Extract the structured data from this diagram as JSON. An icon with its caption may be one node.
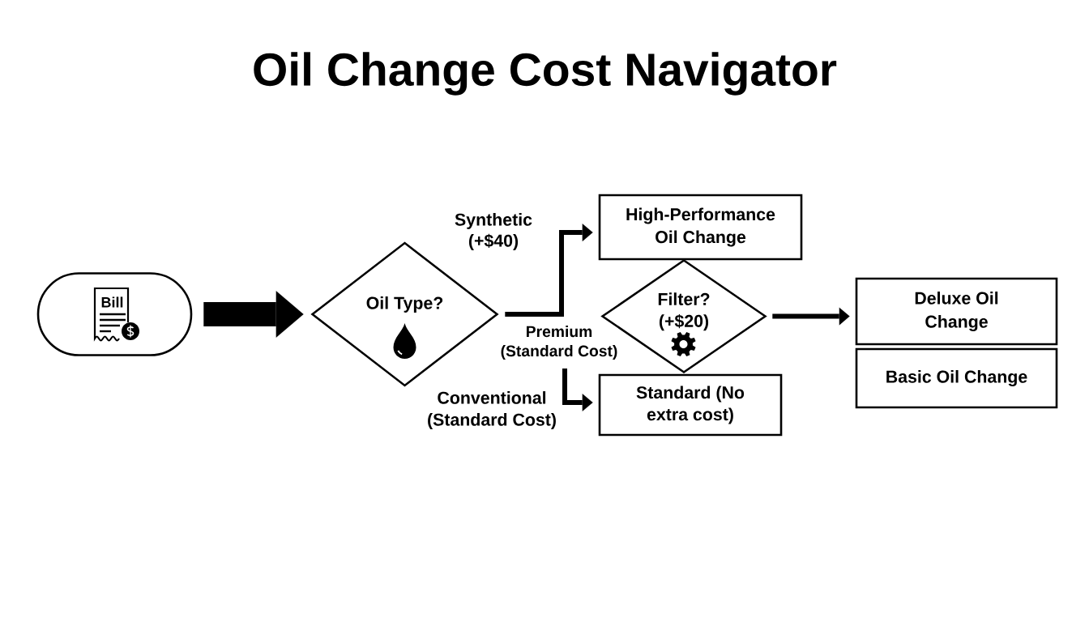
{
  "diagram": {
    "title": "Oil Change Cost Navigator",
    "nodes": [
      {
        "text": [
          "Bill"
        ]
      },
      {
        "text": [
          "Oil Type?"
        ]
      },
      {
        "text": [
          "High-Performance Oil Change"
        ]
      },
      {
        "text": [
          "Filter? (+$20)"
        ]
      },
      {
        "text": [
          "Standard (No extra cost)"
        ]
      },
      {
        "text": [
          "Deluxe Oil Change"
        ]
      },
      {
        "text": [
          "Basic Oil Change"
        ]
      }
    ],
    "edges": [
      {
        "from": 0,
        "to": 1,
        "arrow": "to",
        "style": "thick"
      },
      {
        "from": 1,
        "to": 2,
        "arrow": "to",
        "label": "Synthetic (+$40)"
      },
      {
        "from": null,
        "to": 4,
        "arrow": "to",
        "label": "Conventional (Standard Cost)"
      },
      {
        "from": 3,
        "to": 5,
        "arrow": "to"
      }
    ],
    "labels": [
      "Premium (Standard Cost)"
    ]
  }
}
